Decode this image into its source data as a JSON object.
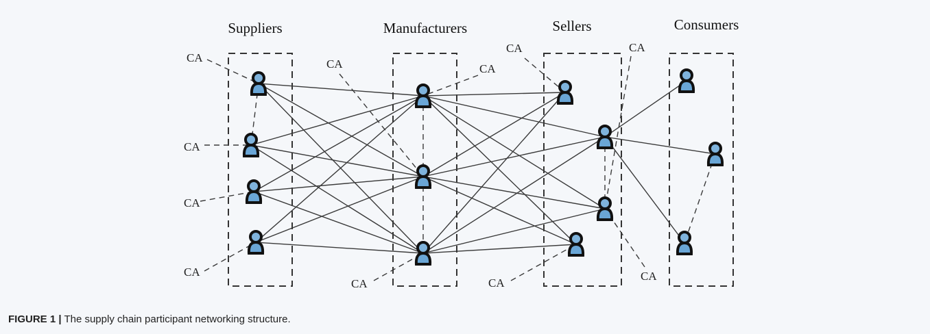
{
  "figure": {
    "label": "FIGURE 1 |",
    "caption": "The supply chain participant networking structure."
  },
  "diagram": {
    "groups": [
      {
        "id": "suppliers",
        "title": "Suppliers"
      },
      {
        "id": "manufacturers",
        "title": "Manufacturers"
      },
      {
        "id": "sellers",
        "title": "Sellers"
      },
      {
        "id": "consumers",
        "title": "Consumers"
      }
    ],
    "ca_label": "CA",
    "participant_icon": "person-icon",
    "colors": {
      "background": "#f5f7fa",
      "person_fill": "#6aa6d6",
      "line": "#3a3a3a"
    }
  }
}
